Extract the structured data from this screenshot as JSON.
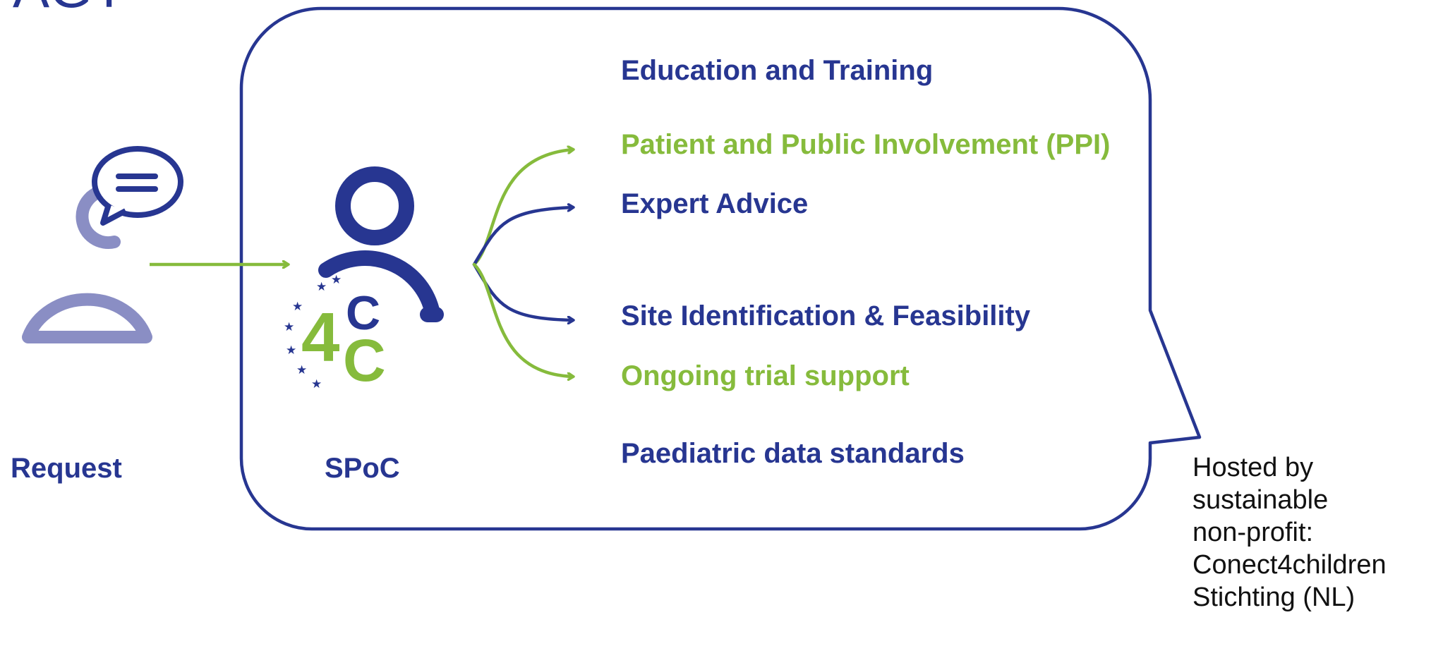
{
  "colors": {
    "navy": "#273691",
    "green": "#86bb3c",
    "lavender": "#8a8ec4",
    "text_dark": "#111111"
  },
  "icons": [
    "person-speech-icon",
    "spoc-person-icon",
    "c4c-logo-icon",
    "arrow-icon"
  ],
  "header": {
    "partial_title": "AGT"
  },
  "request": {
    "label": "Request"
  },
  "spoc": {
    "label": "SPoC",
    "logo_text_4": "4",
    "logo_text_c": "C"
  },
  "services": [
    {
      "label": "Education and Training",
      "color": "navy"
    },
    {
      "label": "Patient and Public Involvement (PPI)",
      "color": "green"
    },
    {
      "label": "Expert Advice",
      "color": "navy"
    },
    {
      "label": "Site Identification & Feasibility",
      "color": "navy"
    },
    {
      "label": "Ongoing trial support",
      "color": "green"
    },
    {
      "label": "Paediatric data standards",
      "color": "navy"
    }
  ],
  "hosted": {
    "lines": [
      "Hosted by",
      "sustainable",
      "non-profit:",
      "Conect4children",
      "Stichting (NL)"
    ]
  }
}
